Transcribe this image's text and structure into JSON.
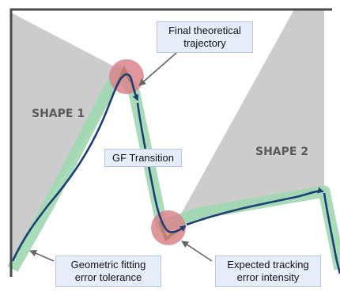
{
  "shapes": {
    "shape1_label": "SHAPE 1",
    "shape2_label": "SHAPE 2"
  },
  "callouts": {
    "final_trajectory": [
      "Final theoretical",
      "trajectory"
    ],
    "gf_transition": "GF Transition",
    "geometric_tolerance": [
      "Geometric fitting",
      "error tolerance"
    ],
    "tracking_error": [
      "Expected tracking",
      "error intensity"
    ]
  },
  "colors": {
    "frame": "#4a4a4a",
    "shape_fill": "#cccccc",
    "tolerance_band": "#9ed8b0",
    "trajectory": "#1d3f73",
    "error_circle": "#d9848c",
    "callout_bg": "#e6ecf8",
    "callout_border": "#b8c6e2",
    "leader_line": "#666666"
  }
}
